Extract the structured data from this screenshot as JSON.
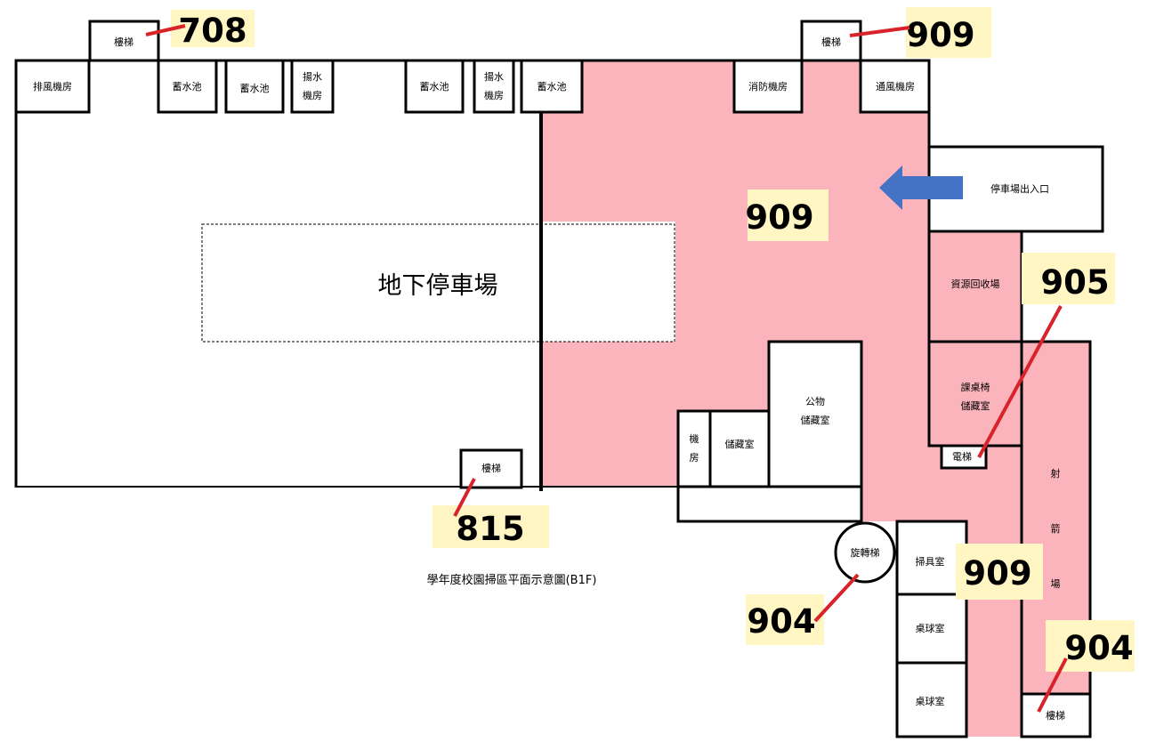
{
  "colors": {
    "zone_fill": "#fbb4bc",
    "wall": "#000000",
    "label_bg": "#fff6c4",
    "leader": "#d8232a",
    "arrow": "#4472c4"
  },
  "rooms": {
    "stairs_top_left": "樓梯",
    "exhaust_room": "排風機房",
    "cistern_1": "蓄水池",
    "cistern_2": "蓄水池",
    "pump_room_1_line1": "揚水",
    "pump_room_1_line2": "機房",
    "cistern_3": "蓄水池",
    "pump_room_2_line1": "揚水",
    "pump_room_2_line2": "機房",
    "cistern_4": "蓄水池",
    "fire_room": "消防機房",
    "stairs_top_right": "樓梯",
    "vent_room": "通風機房",
    "parking_entrance": "停車場出入口",
    "recycling": "資源回收場",
    "desk_storage_line1": "課桌椅",
    "desk_storage_line2": "儲藏室",
    "elevator": "電梯",
    "property_storage_line1": "公物",
    "property_storage_line2": "儲藏室",
    "storage": "儲藏室",
    "machine_room_line1": "機",
    "machine_room_line2": "房",
    "stairs_bottom": "樓梯",
    "spiral_stairs": "旋轉梯",
    "cleaning_tools": "掃具室",
    "table_tennis_1": "桌球室",
    "table_tennis_2": "桌球室",
    "archery_1": "射",
    "archery_2": "箭",
    "archery_3": "場",
    "stairs_bottom_right": "樓梯",
    "parking": "地下停車場"
  },
  "zones": {
    "z708": "708",
    "z909_top": "909",
    "z909_center": "909",
    "z905": "905",
    "z815": "815",
    "z909_bottom": "909",
    "z904_left": "904",
    "z904_right": "904"
  },
  "caption": "學年度校園掃區平面示意圖(B1F)"
}
